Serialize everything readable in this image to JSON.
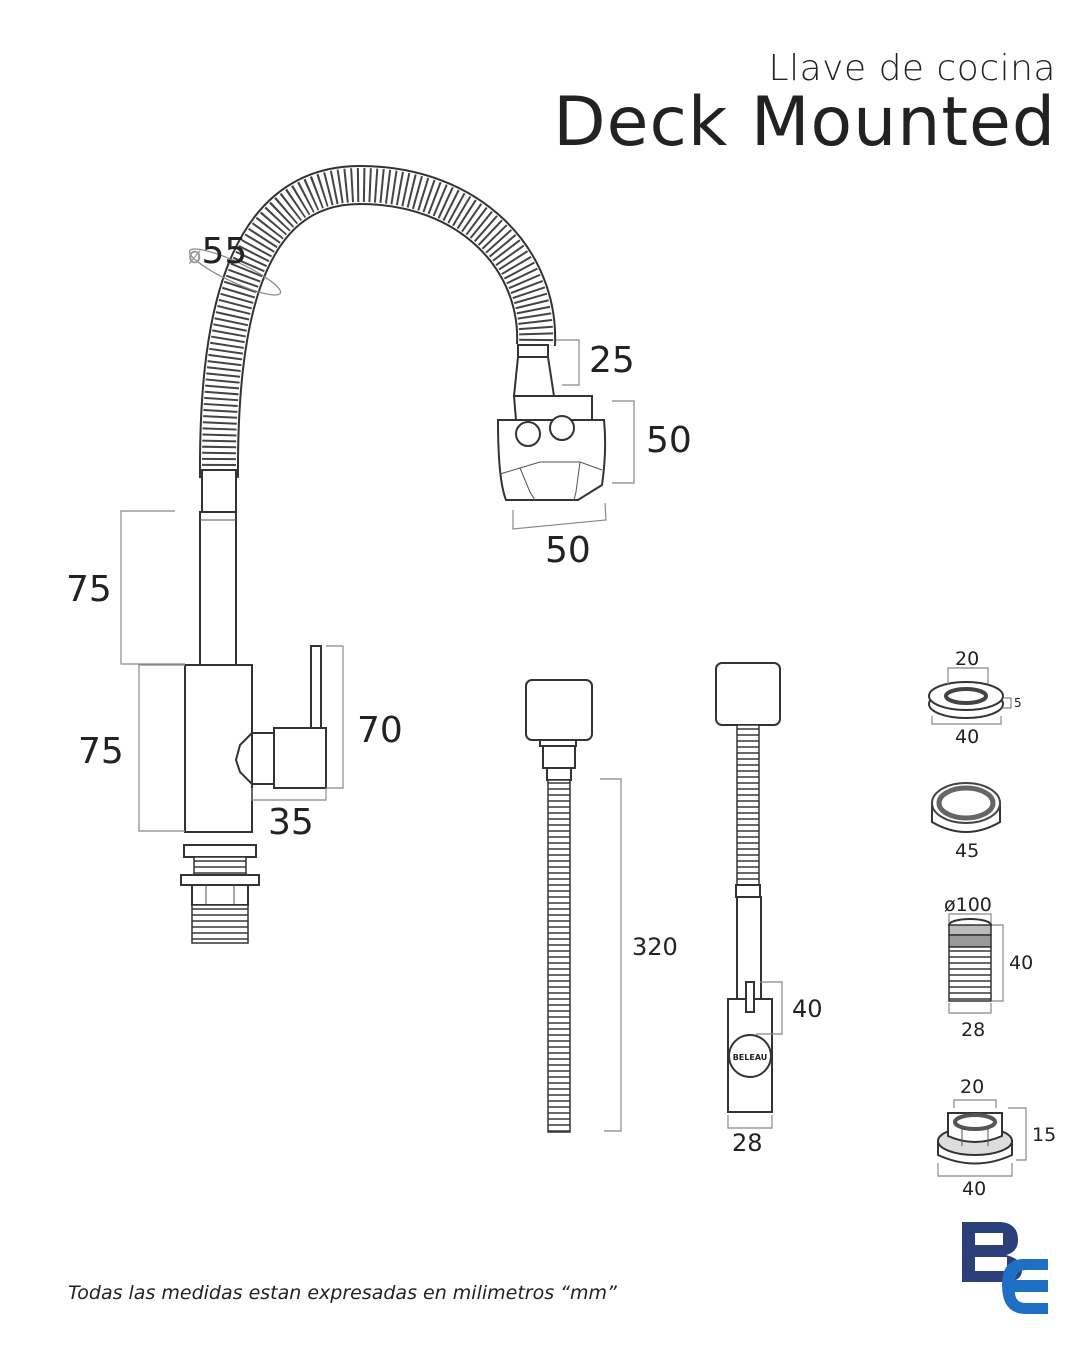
{
  "header": {
    "subtitle": "Llave de cocina",
    "title": "Deck Mounted"
  },
  "dimensions": {
    "hose_diameter": "55",
    "nozzle_neck": "25",
    "head_height": "50",
    "head_width": "50",
    "spout_upper": "75",
    "body_lower": "75",
    "handle_height": "70",
    "handle_depth": "35",
    "hose_length": "320",
    "side_handle": "40",
    "side_body_width": "28",
    "washer_inner": "20",
    "washer_thickness": "5",
    "washer_outer": "40",
    "ring_outer": "45",
    "shank_diameter": "ø100",
    "shank_height": "40",
    "shank_width": "28",
    "nut_inner": "20",
    "nut_height": "15",
    "nut_outer": "40"
  },
  "brand_label": "BELEAU",
  "logo": {
    "text": "BE",
    "colors": [
      "#2b3f7a",
      "#1f6fc4"
    ]
  },
  "footnote": "Todas las medidas estan expresadas en milimetros “mm”"
}
